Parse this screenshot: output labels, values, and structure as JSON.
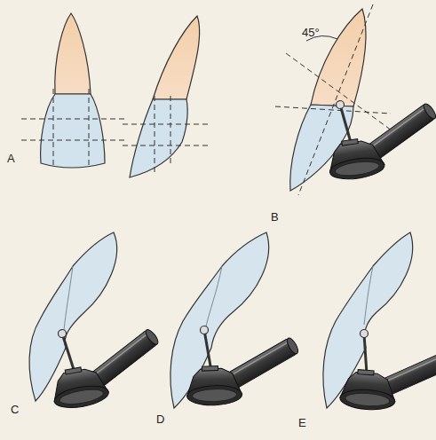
{
  "diagram": {
    "labels": [
      "A",
      "B",
      "45°",
      "C",
      "D",
      "E"
    ]
  }
}
